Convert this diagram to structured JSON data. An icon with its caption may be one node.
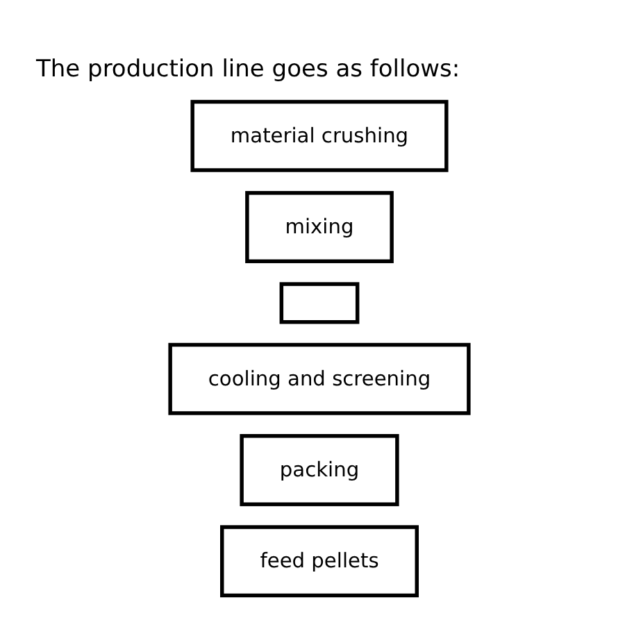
{
  "diagram": {
    "title": "The production line goes as follows:",
    "nodes": [
      {
        "text": [
          "material crushing"
        ]
      },
      {
        "text": [
          "mixing"
        ]
      },
      {
        "text": [],
        "shape": "box"
      },
      {
        "text": [
          "cooling and screening"
        ]
      },
      {
        "text": [
          "packing"
        ]
      },
      {
        "text": [
          "feed pellets"
        ]
      }
    ],
    "edges": []
  }
}
